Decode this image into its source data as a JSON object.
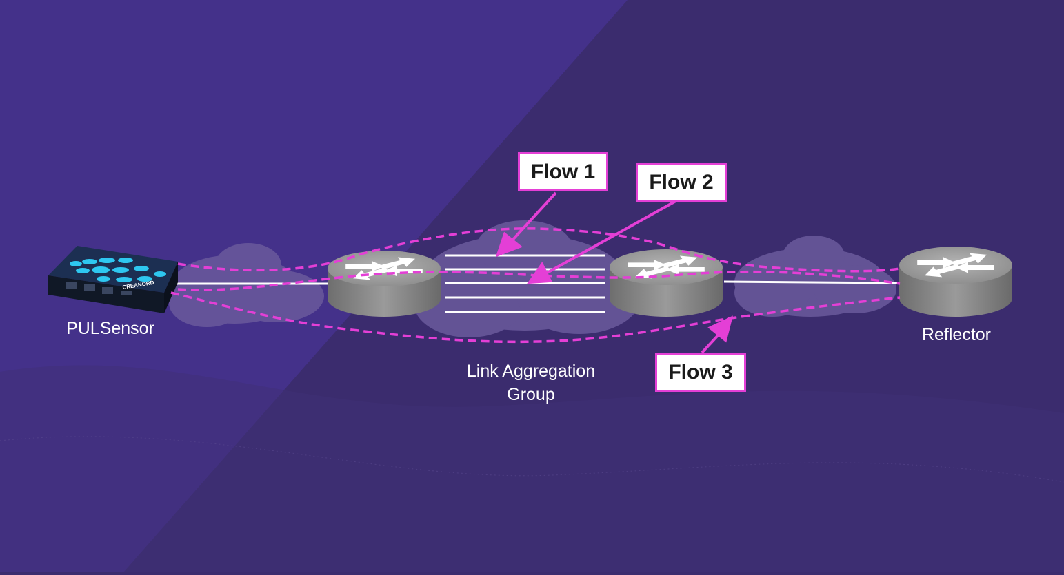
{
  "devices": {
    "sensor": {
      "label": "PULSensor",
      "brand": "CREANORD"
    },
    "reflector": {
      "label": "Reflector"
    }
  },
  "lag": {
    "label_line1": "Link Aggregation",
    "label_line2": "Group",
    "link_count": 5
  },
  "flows": [
    {
      "label": "Flow 1"
    },
    {
      "label": "Flow 2"
    },
    {
      "label": "Flow 3"
    }
  ],
  "colors": {
    "background_dark": "#3b2c6e",
    "background_light": "#44318a",
    "flow_accent": "#e43fd6",
    "cloud": "#6a5a9c",
    "link": "#ffffff",
    "sensor_dots": "#2ec7f0"
  },
  "icons": [
    "router-icon",
    "sensor-device-icon",
    "cloud-icon",
    "arrow-icon"
  ]
}
